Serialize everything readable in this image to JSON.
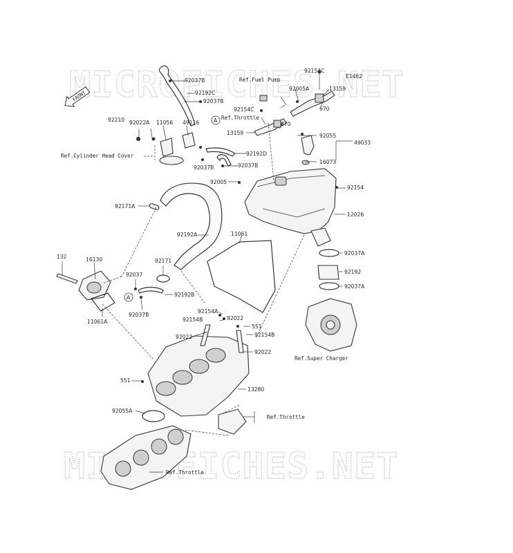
{
  "watermark": {
    "top": "MICROFICHES.NET",
    "bottom": "MICROFICHES.NET"
  },
  "front_badge": "FRONT",
  "diagram_code": "E1462",
  "callout_marker": "A",
  "parts": {
    "p92154C_top": "92154C",
    "p92037B_a": "92037B",
    "p92192C": "92192C",
    "p92037B_b": "92037B",
    "p92005A": "92005A",
    "p13159_a": "13159",
    "p670_a": "670",
    "p92154C_b": "92154C",
    "p670_b": "670",
    "p13159_b": "13159",
    "p92210": "92210",
    "p92022A": "92022A",
    "p11056": "11056",
    "p49116": "49116",
    "p92055": "92055",
    "p49033": "49033",
    "p16073": "16073",
    "p92192D": "92192D",
    "p92037B_c": "92037B",
    "p92037B_d": "92037B",
    "p92005": "92005",
    "p92154": "92154",
    "p92171A": "92171A",
    "p11061": "11061",
    "p12026": "12026",
    "p92192A": "92192A",
    "p92037A_a": "92037A",
    "p92192": "92192",
    "p92037A_b": "92037A",
    "p132": "132",
    "p16130": "16130",
    "p92171": "92171",
    "p92037": "92037",
    "p92192B": "92192B",
    "p92037B_e": "92037B",
    "p11061A": "11061A",
    "p92154A": "92154A",
    "p92154B_a": "92154B",
    "p92022_a": "92022",
    "p551_a": "551",
    "p92022_b": "92022",
    "p92154B_b": "92154B",
    "p92022_c": "92022",
    "p551_b": "551",
    "p13280": "13280",
    "p92055A": "92055A"
  },
  "refs": {
    "fuel_pump": "Ref.Fuel Pump",
    "throttle_top": "Ref.Throttle",
    "cylinder_head_cover": "Ref.Cylinder Head Cover",
    "super_charger": "Ref.Super Charger",
    "throttle_mid": "Ref.Throttle",
    "throttle_bottom": "Ref.Throttle"
  }
}
